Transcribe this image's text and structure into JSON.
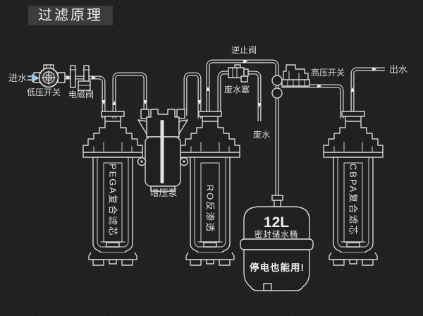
{
  "title": "过滤原理",
  "labels": {
    "inlet": "进水",
    "low_pressure_switch": "低压开关",
    "solenoid_valve": "电磁阀",
    "check_valve": "逆止阀",
    "waste_plug": "废水塞",
    "waste_water": "废水",
    "high_pressure_switch": "高压开关",
    "outlet": "出水",
    "booster_pump": "增压泵"
  },
  "filters": {
    "pre": "PEGA复合滤芯",
    "ro": "RO反渗透",
    "post": "CBPA复合滤芯"
  },
  "tank": {
    "capacity": "12L",
    "name": "密封储水桶",
    "note": "停电也能用!"
  },
  "colors": {
    "background": "#212121",
    "line": "#d6d6d6",
    "text": "#d6d6d6",
    "title_bg": "#3c3c3c",
    "title_text": "#f3f3f3",
    "inlet_arrow": "#9cc8e8"
  }
}
